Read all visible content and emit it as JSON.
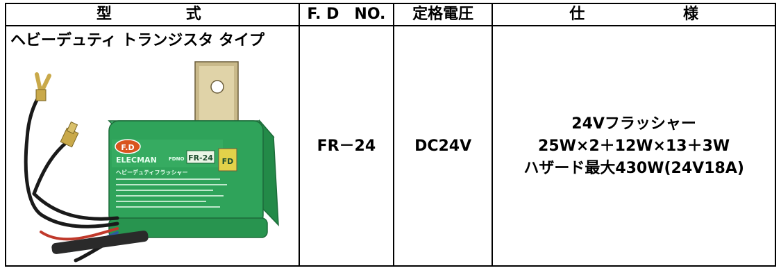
{
  "table": {
    "headers": {
      "model_left": "型",
      "model_right": "式",
      "fd_no": "F. D　NO.",
      "rated_voltage": "定格電圧",
      "spec_left": "仕",
      "spec_right": "様"
    },
    "row": {
      "model": "ヘビーデュティ トランジスタ タイプ",
      "fd_no": "FR－24",
      "voltage": "DC24V",
      "spec_lines": [
        "24Vフラッシャー",
        "25W×2＋12W×13＋3W",
        "ハザード最大430W(24V18A)"
      ]
    },
    "product_label": {
      "brand_badge": "F.D",
      "brand": "ELECMAN",
      "fdno_small": "FDNO",
      "model_plate": "FR-24",
      "stamp": "FD",
      "body_line": "ヘビーデュティフラッシャー"
    }
  },
  "colors": {
    "body_green": "#2fa35a",
    "bracket_metal": "#c9b98a",
    "wire_red": "#c0392b",
    "wire_blue": "#2c5aa0",
    "wire_black": "#1a1a1a"
  }
}
